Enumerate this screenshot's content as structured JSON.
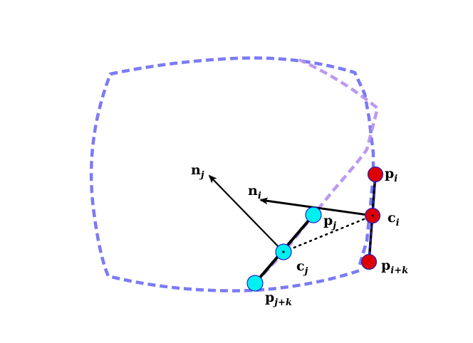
{
  "colors": {
    "outer_curve": "#7b7bf5",
    "inner_curve": "#b48fef",
    "point_i_fill": "#dd0000",
    "point_j_fill": "#00f0f0",
    "point_stroke": "#2222cc",
    "segment": "#000000"
  },
  "labels": {
    "p_i": {
      "base": "p",
      "sub": "i"
    },
    "c_i": {
      "base": "c",
      "sub": "i"
    },
    "p_ik": {
      "base": "p",
      "sub": "i+k"
    },
    "p_j": {
      "base": "p",
      "sub": "j"
    },
    "c_j": {
      "base": "c",
      "sub": "j"
    },
    "p_jk": {
      "base": "p",
      "sub": "j+k"
    },
    "n_i": {
      "base": "n",
      "sub": "i"
    },
    "n_j": {
      "base": "n",
      "sub": "j"
    }
  }
}
